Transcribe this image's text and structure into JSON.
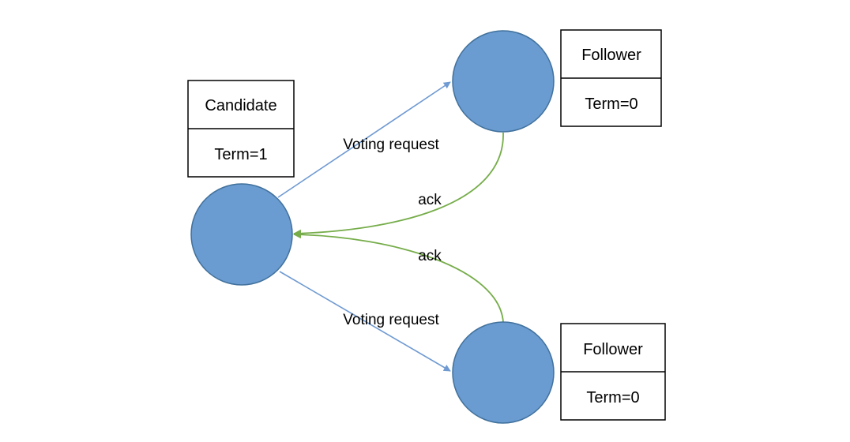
{
  "nodes": {
    "candidate": {
      "role": "Candidate",
      "term": "Term=1"
    },
    "follower_top": {
      "role": "Follower",
      "term": "Term=0"
    },
    "follower_bottom": {
      "role": "Follower",
      "term": "Term=0"
    }
  },
  "edges": {
    "request_top": {
      "label": "Voting request"
    },
    "request_bottom": {
      "label": "Voting request"
    },
    "ack_top": {
      "label": "ack"
    },
    "ack_bottom": {
      "label": "ack"
    }
  },
  "colors": {
    "node_fill": "#6a9bd1",
    "node_stroke": "#41719c",
    "request_arrow": "#6f9ad2",
    "ack_arrow": "#76ad4a"
  }
}
